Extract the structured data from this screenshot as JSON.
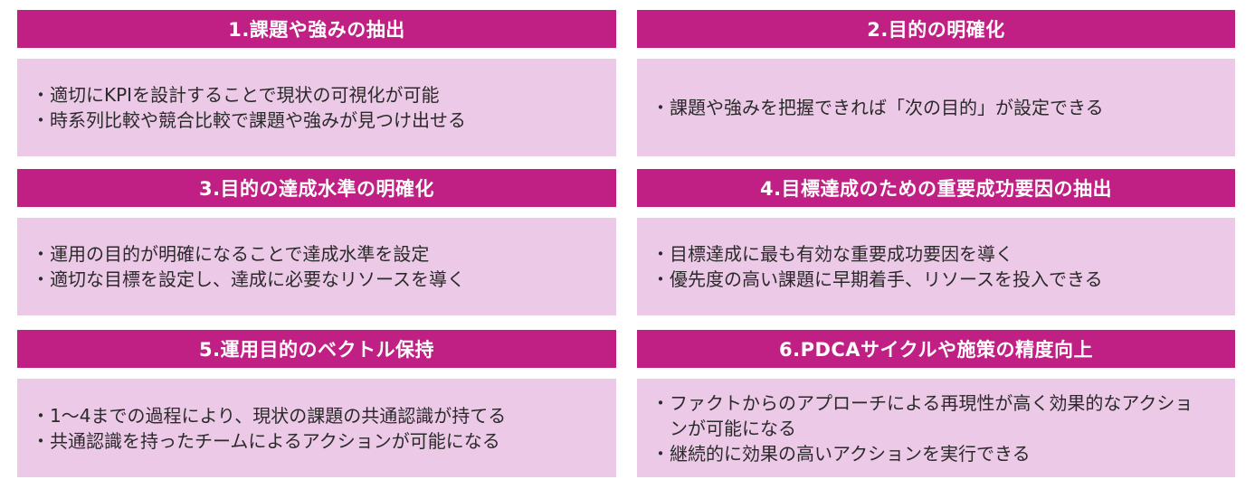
{
  "cards": [
    {
      "title": "1.課題や強みの抽出",
      "bullet_mark": "・",
      "lines": [
        "適切にKPIを設計することで現状の可視化が可能",
        "時系列比較や競合比較で課題や強みが見つけ出せる"
      ]
    },
    {
      "title": "2.目的の明確化",
      "bullet_mark": "・",
      "lines": [
        "課題や強みを把握できれば「次の目的」が設定できる"
      ]
    },
    {
      "title": "3.目的の達成水準の明確化",
      "bullet_mark": "・",
      "lines": [
        "運用の目的が明確になることで達成水準を設定",
        "適切な目標を設定し、達成に必要なリソースを導く"
      ]
    },
    {
      "title": "4.目標達成のための重要成功要因の抽出",
      "bullet_mark": "・",
      "lines": [
        "目標達成に最も有効な重要成功要因を導く",
        "優先度の高い課題に早期着手、リソースを投入できる"
      ]
    },
    {
      "title": "5.運用目的のベクトル保持",
      "bullet_mark": "・",
      "lines": [
        "1〜4までの過程により、現状の課題の共通認識が持てる",
        "共通認識を持ったチームによるアクションが可能になる"
      ]
    },
    {
      "title": "6.PDCAサイクルや施策の精度向上",
      "bullet_mark": "・",
      "lines": [
        "ファクトからのアプローチによる再現性が高く効果的なアクションが可能になる",
        "継続的に効果の高いアクションを実行できる"
      ]
    }
  ],
  "colors": {
    "header_bg": "#c01f84",
    "body_bg": "#edc9e8",
    "header_text": "#ffffff",
    "body_text": "#2a2a2a"
  }
}
